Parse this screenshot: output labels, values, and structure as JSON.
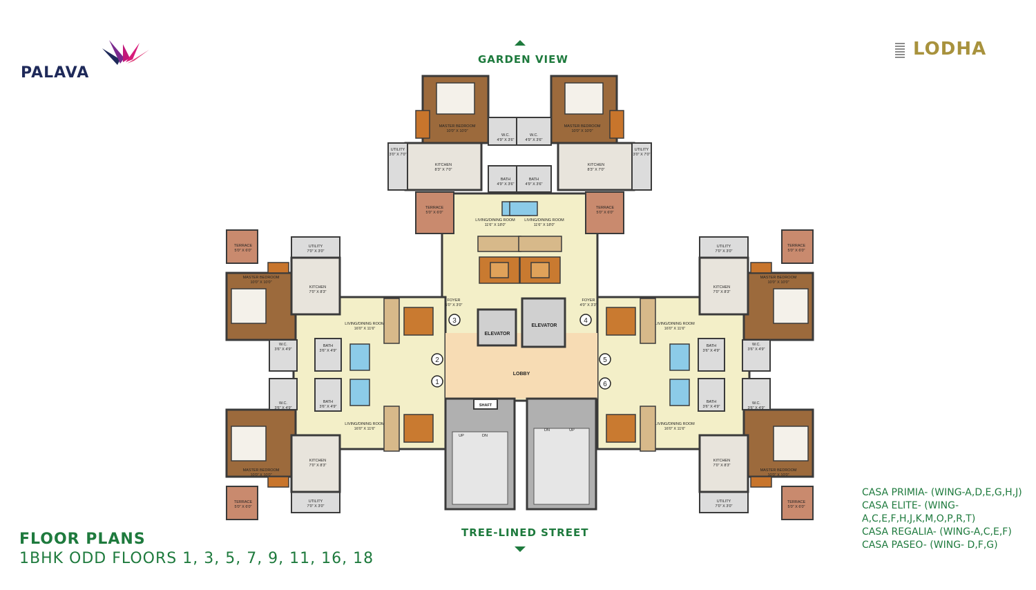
{
  "brand": {
    "left_logo": "PALAVA",
    "right_logo": "LODHA"
  },
  "orientation": {
    "top": "GARDEN VIEW",
    "bottom": "TREE-LINED STREET"
  },
  "title": "FLOOR PLANS",
  "subtitle": "1BHK ODD FLOORS 1, 3, 5, 7, 9, 11, 16, 18",
  "wings": [
    "CASA PRIMIA- (WING-A,D,E,G,H,J)",
    "CASA ELITE- (WING-A,C,E,F,H,J,K,M,O,P,R,T)",
    "CASA REGALIA- (WING-A,C,E,F)",
    "CASA PASEO- (WING- D,F,G)"
  ],
  "core": {
    "elevator": "ELEVATOR",
    "lobby": "LOBBY",
    "shaft": "SHAFT",
    "up": "UP",
    "dn": "DN",
    "foyer": "FOYER",
    "foyer_left_dim": "5'0\" X 3'0\"",
    "foyer_right_dim": "4'0\" X 3'3\""
  },
  "units": {
    "u1": {
      "no": "1"
    },
    "u2": {
      "no": "2"
    },
    "u3": {
      "no": "3"
    },
    "u4": {
      "no": "4"
    },
    "u5": {
      "no": "5"
    },
    "u6": {
      "no": "6"
    }
  },
  "rooms": {
    "master": "MASTER BEDROOM",
    "master_dim": "10'0\" X 10'0\"",
    "master_dim_b": "10'0\" X 10'3\"",
    "living": "LIVING/DINING ROOM",
    "living_top_dim": "11'6\" X 18'0\"",
    "living_side_dim": "16'0\" X 11'6\"",
    "kitchen": "KITCHEN",
    "kitchen_top_dim": "8'3\" X 7'0\"",
    "kitchen_side_dim": "7'0\" X 8'3\"",
    "utility": "UTILITY",
    "utility_top_dim": "3'0\" X 7'0\"",
    "utility_side_dim": "7'0\" X 3'0\"",
    "wc": "W.C.",
    "wc_top_dim": "4'9\" X 3'6\"",
    "wc_side_dim": "3'6\" X 4'9\"",
    "bath": "BATH",
    "bath_top_dim": "4'9\" X 3'6\"",
    "bath_side_dim": "3'6\" X 4'9\"",
    "terrace": "TERRACE",
    "terrace_top_dim": "5'0\" X 6'0\"",
    "terrace_side_dim": "5'0\" X 6'0\""
  },
  "colors": {
    "accent_green": "#1e7a3d",
    "floor": "#f3efc8",
    "wall": "#3a3a3a",
    "bedroom": "#9c6a3c",
    "wet": "#dcdcdc",
    "terrace": "#c98a6e",
    "stair": "#b0b0b0"
  }
}
